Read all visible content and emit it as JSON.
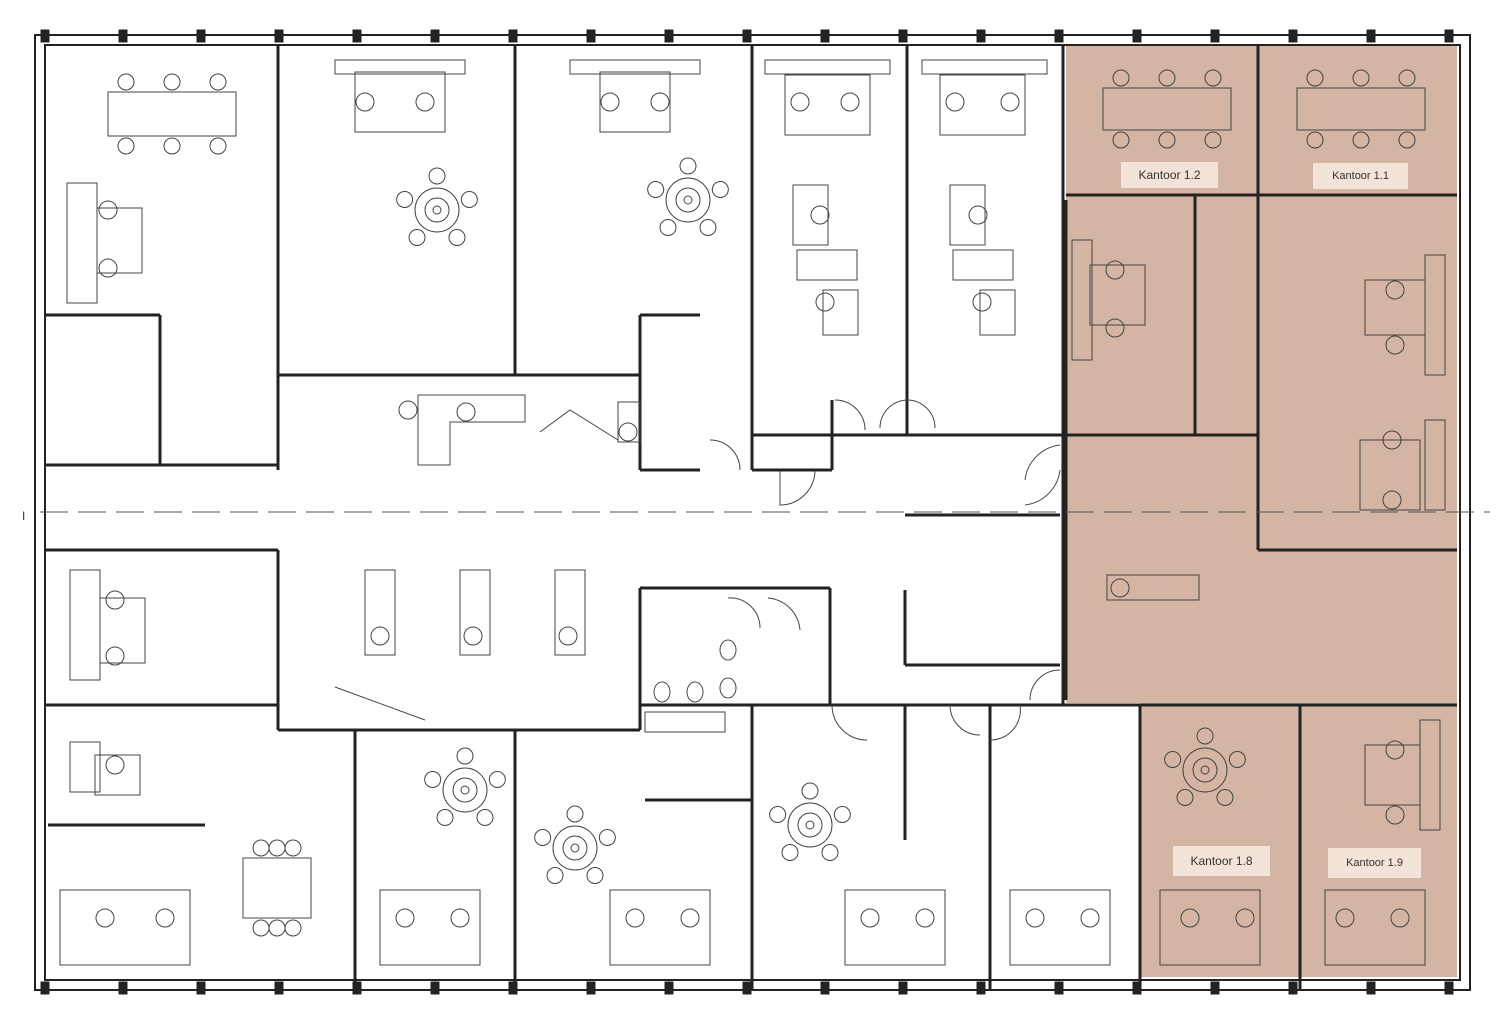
{
  "title": "Office floor plan",
  "highlight_color": "#d4b4a2",
  "label_bg_color": "#f3e3d9",
  "rooms": [
    {
      "id": "1.2",
      "label": "Kantoor 1.2"
    },
    {
      "id": "1.1",
      "label": "Kantoor 1.1"
    },
    {
      "id": "1.8",
      "label": "Kantoor 1.8"
    },
    {
      "id": "1.9",
      "label": "Kantoor 1.9"
    }
  ],
  "axis_marker": "I"
}
